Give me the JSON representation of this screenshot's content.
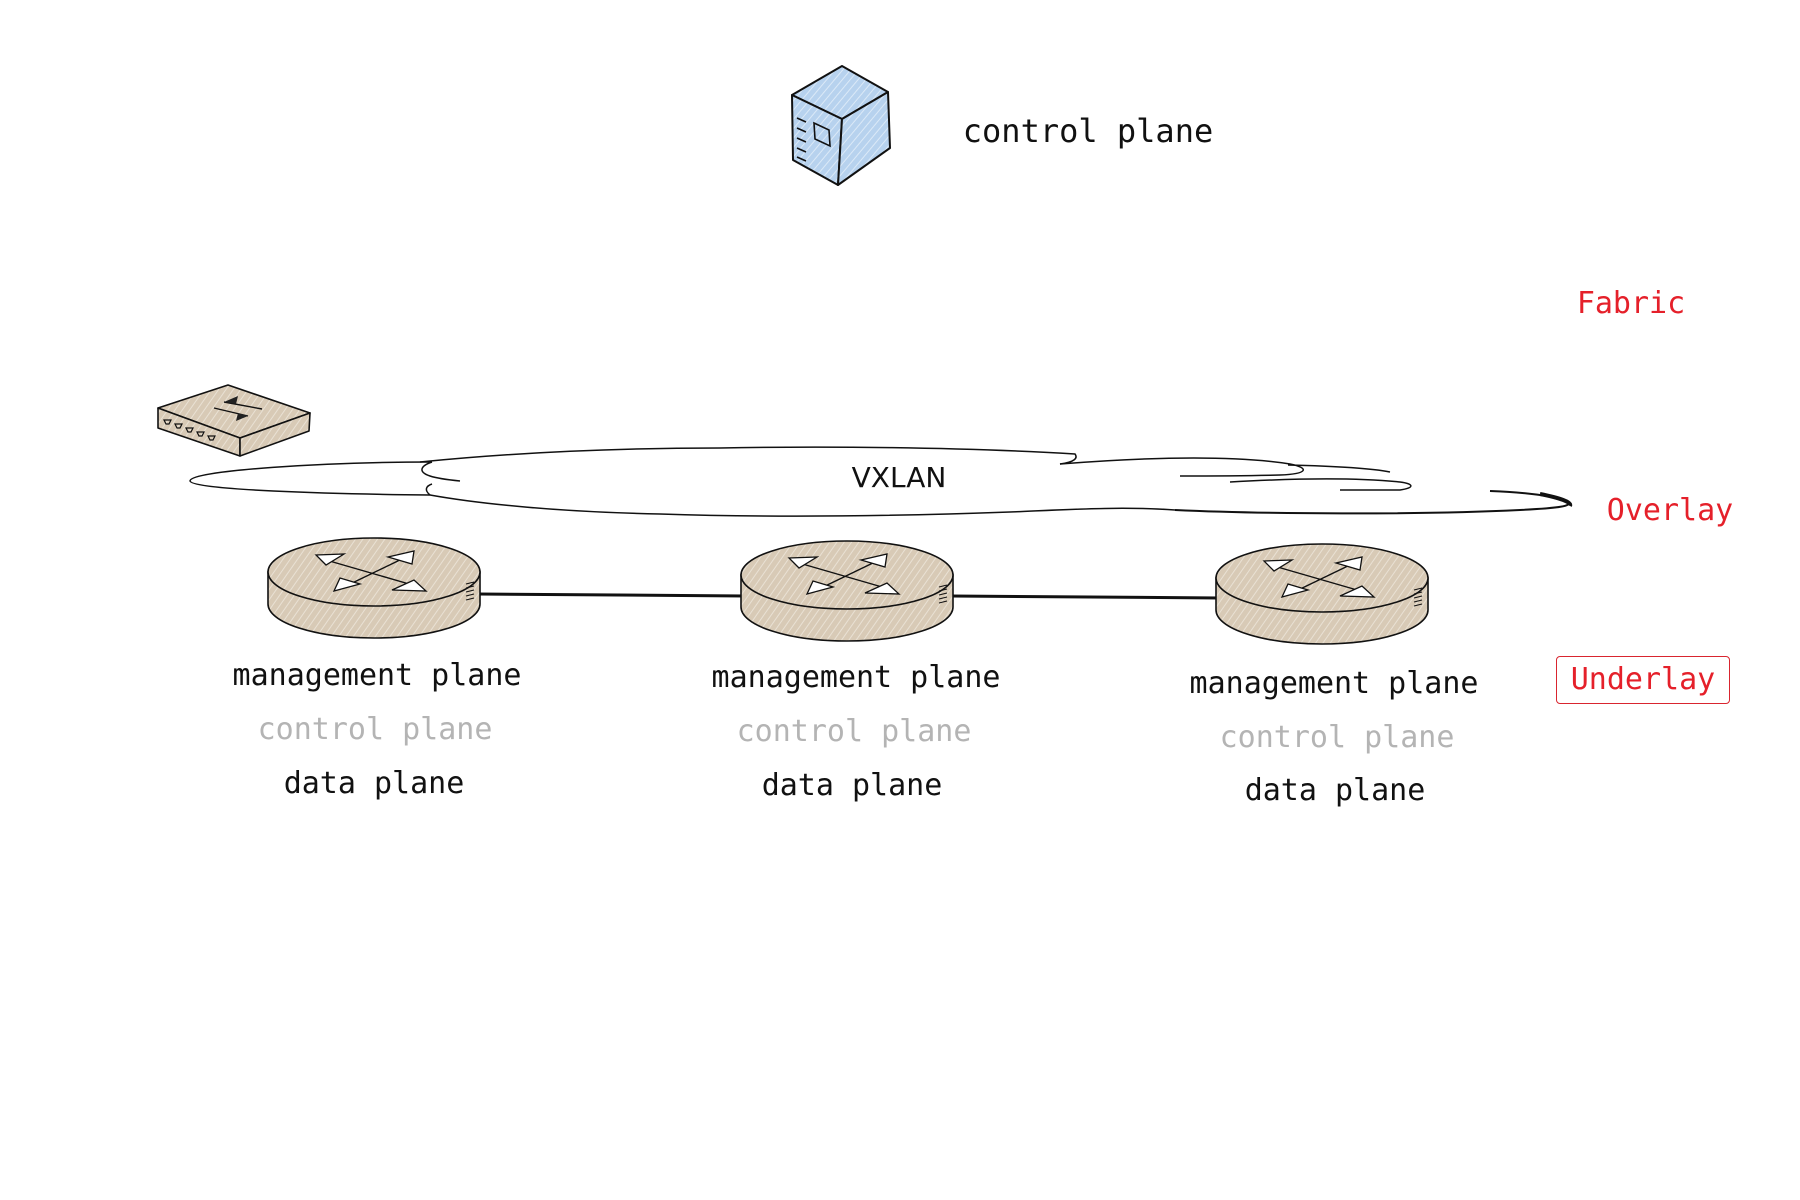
{
  "diagram": {
    "controller": {
      "icon": "server-icon",
      "label": "control plane",
      "color": "#a9c8e8"
    },
    "overlay_cloud": {
      "icon": "cloud-icon",
      "label": "VXLAN"
    },
    "edge_switch": {
      "icon": "switch-icon"
    },
    "routers": [
      {
        "icon": "router-icon",
        "lines": [
          "management plane",
          "control plane",
          "data plane"
        ]
      },
      {
        "icon": "router-icon",
        "lines": [
          "management plane",
          "control plane",
          "data plane"
        ]
      },
      {
        "icon": "router-icon",
        "lines": [
          "management plane",
          "control plane",
          "data plane"
        ]
      }
    ],
    "links": [
      {
        "from": 0,
        "to": 1
      },
      {
        "from": 1,
        "to": 2
      }
    ],
    "layers": {
      "fabric": "Fabric",
      "overlay": "Overlay",
      "underlay": "Underlay",
      "highlighted": "underlay",
      "color": "#e5202a"
    },
    "colors": {
      "device_fill": "#d9cbb8",
      "muted_text": "#b4b4b4"
    }
  }
}
